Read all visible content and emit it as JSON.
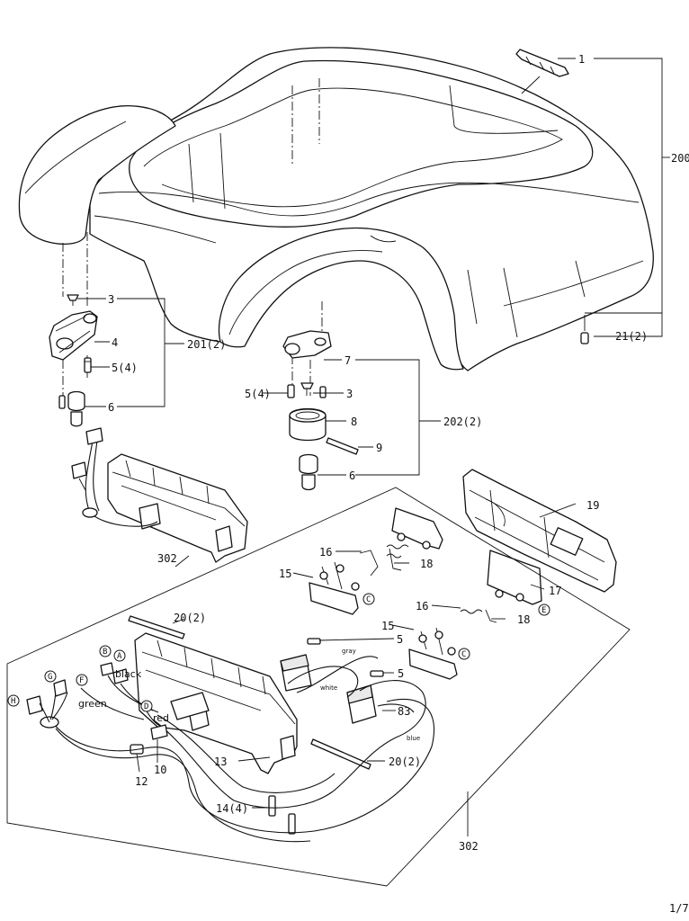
{
  "page_number": "1/7",
  "callouts": {
    "c1": "1",
    "c200": "200",
    "c21": "21(2)",
    "c3a": "3",
    "c4": "4",
    "c201": "201(2)",
    "c5a": "5(4)",
    "c6a": "6",
    "c7": "7",
    "c5b": "5(4)",
    "c3b": "3",
    "c8": "8",
    "c202": "202(2)",
    "c9": "9",
    "c6b": "6",
    "c302a": "302",
    "c19": "19",
    "c16a": "16",
    "c18a": "18",
    "c15a": "15",
    "c17": "17",
    "c16b": "16",
    "c18b": "18",
    "c15b": "15",
    "c20a": "20(2)",
    "c5c": "5",
    "c5d": "5",
    "c83": "83",
    "c13": "13",
    "c20b": "20(2)",
    "c12": "12",
    "c10": "10",
    "c14": "14(4)",
    "c302b": "302"
  },
  "connector_letters": {
    "B": "B",
    "A": "A",
    "G": "G",
    "F": "F",
    "H": "H",
    "D": "D",
    "C": "C",
    "E": "E"
  },
  "wire_colors": {
    "black": "black",
    "green": "green",
    "red": "red",
    "gray": "gray",
    "white": "white",
    "blue": "blue"
  }
}
